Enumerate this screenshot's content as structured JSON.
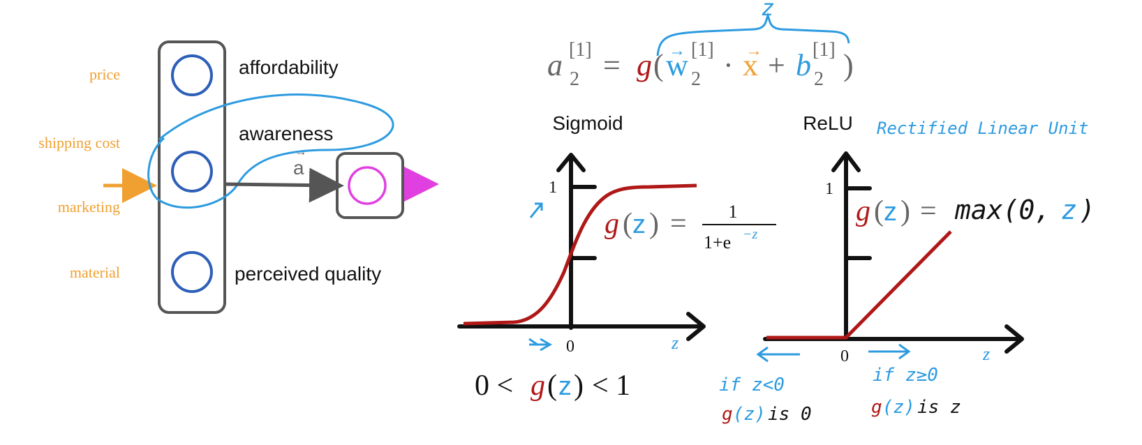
{
  "colors": {
    "input_orange": "#F0A030",
    "neuron_blue": "#2E5FB8",
    "output_magenta": "#E040E0",
    "box_gray": "#555555",
    "annot_blue": "#2D9BE0",
    "curve_red": "#B01818",
    "formula_gray": "#666666"
  },
  "inputs": [
    "price",
    "shipping cost",
    "marketing",
    "material"
  ],
  "hidden_units": [
    "affordability",
    "awareness",
    "perceived quality"
  ],
  "activation_vector_label": "a",
  "formula": {
    "a": "a",
    "a_sup": "[1]",
    "a_sub": "2",
    "equals": "=",
    "g": "g",
    "open": "(",
    "w": "w",
    "w_sup": "[1]",
    "w_sub": "2",
    "dot": "·",
    "x": "x",
    "plus": "+",
    "b": "b",
    "b_sup": "[1]",
    "b_sub": "2",
    "close": ")",
    "brace_label": "z"
  },
  "sigmoid": {
    "title": "Sigmoid",
    "tick_one": "1",
    "origin": "0",
    "axis_x": "z",
    "formula_lhs_g": "g",
    "formula_lhs_open": "(",
    "formula_lhs_z": "z",
    "formula_lhs_close": ")",
    "formula_eq": "=",
    "formula_num": "1",
    "formula_den_base": "1+e",
    "formula_den_exp": "−z",
    "range_lt1": "0 <",
    "range_g": "g",
    "range_open": "(",
    "range_z": "z",
    "range_close": ")",
    "range_lt2": "< 1"
  },
  "relu": {
    "title": "ReLU",
    "subtitle": "Rectified Linear Unit",
    "tick_one": "1",
    "origin": "0",
    "axis_x": "z",
    "formula_g": "g",
    "formula_open": "(",
    "formula_z": "z",
    "formula_close": ")",
    "formula_eq": "=",
    "formula_max": "max(0,",
    "formula_z2": "z",
    "formula_end": ")",
    "left_cond": "if z<0",
    "left_res_g": "g",
    "left_res_z": "(z)",
    "left_res_tail": "is 0",
    "right_cond": "if z≥0",
    "right_res_g": "g",
    "right_res_z": "(z)",
    "right_res_tail": "is z"
  }
}
